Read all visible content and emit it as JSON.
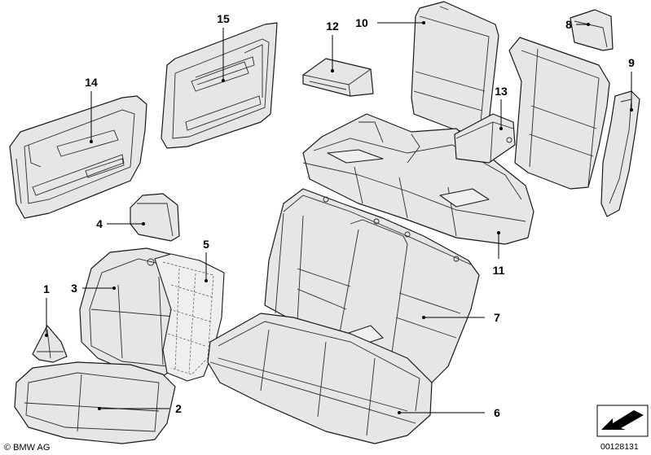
{
  "labels": {
    "p1": "1",
    "p2": "2",
    "p3": "3",
    "p4": "4",
    "p5": "5",
    "p6": "6",
    "p7": "7",
    "p8": "8",
    "p9": "9",
    "p10": "10",
    "p11": "11",
    "p12": "12",
    "p13": "13",
    "p14": "14",
    "p15": "15"
  },
  "footer": {
    "brand": "© BMW AG",
    "doc_id": "00128131"
  }
}
